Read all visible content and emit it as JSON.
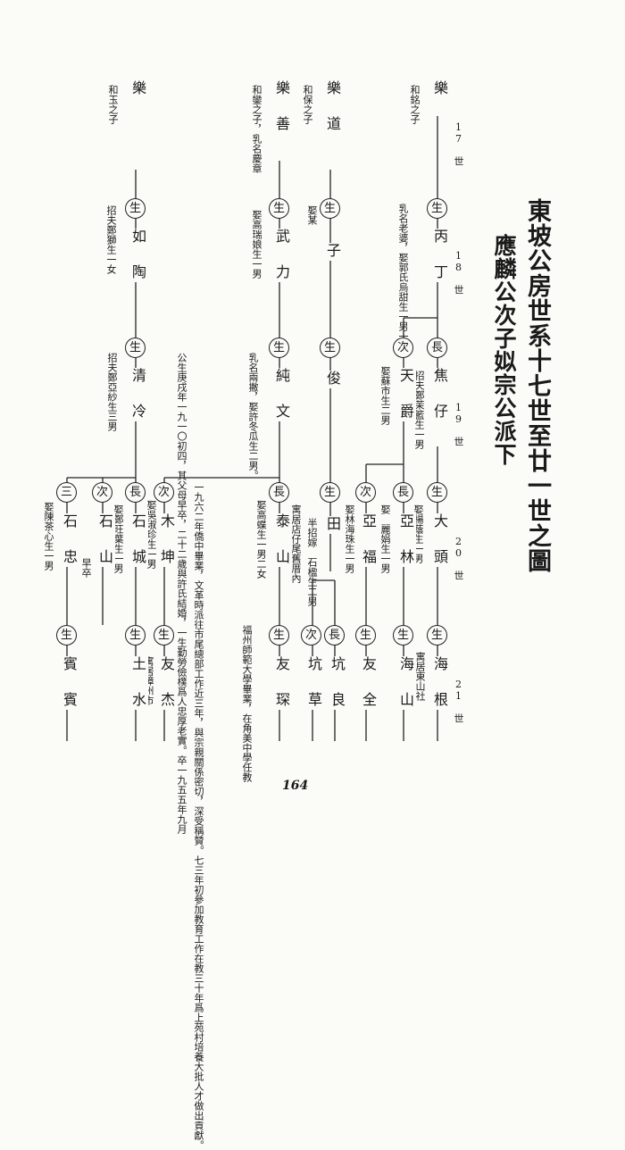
{
  "title": "東坡公房世系十七世至廿一世之圖",
  "subtitle": "應麟公次子姒宗公派下",
  "generations": {
    "g17": "17 世",
    "g18": "18 世",
    "g19": "19 世",
    "g20": "20 世",
    "g21": "21 世"
  },
  "page_number": "164",
  "markers": {
    "sheng": "生",
    "zhang": "長",
    "ci": "次",
    "san": "三"
  },
  "gen17": [
    {
      "name": "樂",
      "note": "和銘之子"
    },
    {
      "name": "樂　道",
      "note": "和保之子"
    },
    {
      "name": "樂　善",
      "note": "和鑾之子，乳名慶章"
    },
    {
      "name": "樂",
      "note": "和玉之子"
    }
  ],
  "gen18": [
    {
      "name": "丙　丁",
      "note": "乳名老婆，娶郭氏烏甜生一男一女"
    },
    {
      "name": "子",
      "note": "娶某"
    },
    {
      "name": "武　力",
      "note": "娶高瑞娘生一男"
    },
    {
      "name": "如　陶",
      "note": "招夫鄭獅生一女"
    }
  ],
  "gen19": [
    {
      "name": "焦　仔",
      "note": "招夫鄭茉籃生一男"
    },
    {
      "name": "天　爵",
      "note": "娶蘇市生二男"
    },
    {
      "name": "俊",
      "note": ""
    },
    {
      "name": "純　文",
      "note": "乳名兩撇，娶許冬瓜生二男。"
    },
    {
      "name": "清　冷",
      "note": "招夫鄭亞紗生三男"
    }
  ],
  "bio_note": "公生庚戌年一九一〇初四，其父母早卒，二十二歲與許氏結婚，一生勤勞儉樸爲人忠厚老實。卒一九五五年九月",
  "gen20": [
    {
      "name": "大　頭",
      "note": "娶楊蔭生一男"
    },
    {
      "name": "亞　林",
      "note": "娶　麗娟生一男"
    },
    {
      "name": "亞　福",
      "note": "娶林海珠生一男"
    },
    {
      "name": "田",
      "note": "寓居店仔尾舊厝內"
    },
    {
      "name": "泰　山",
      "note": "娶高蝶生一男二女"
    },
    {
      "name": "木　坤",
      "note": "娶吳淑珍生一男"
    },
    {
      "name": "石　城",
      "note": "娶鄭旺葉生一男"
    },
    {
      "name": "石　山",
      "note": "早卒"
    },
    {
      "name": "石　忠",
      "note": "娶陳茶心生一男"
    }
  ],
  "half_note": "半招嫁　石楹生二男",
  "taishan_note": "一九六二年僑中畢業，文革時派往市尾總部工作近三年，與宗親關係密切，深受稱贊。七三年初參加教育工作在教三十年爲上苑村培養大批人才做出貢獻。",
  "gen21": [
    {
      "name": "海　根",
      "note": "寓居東山社"
    },
    {
      "name": "海　山",
      "note": ""
    },
    {
      "name": "友　全",
      "note": ""
    },
    {
      "name": "坑　良",
      "note": ""
    },
    {
      "name": "坑　草",
      "note": ""
    },
    {
      "name": "友　琛",
      "note": "福州師範大學畢業，在角美中學任教"
    },
    {
      "name": "友　杰",
      "note": "寓居漳州市"
    },
    {
      "name": "土　水",
      "note": ""
    },
    {
      "name": "賓　賓",
      "note": ""
    }
  ]
}
